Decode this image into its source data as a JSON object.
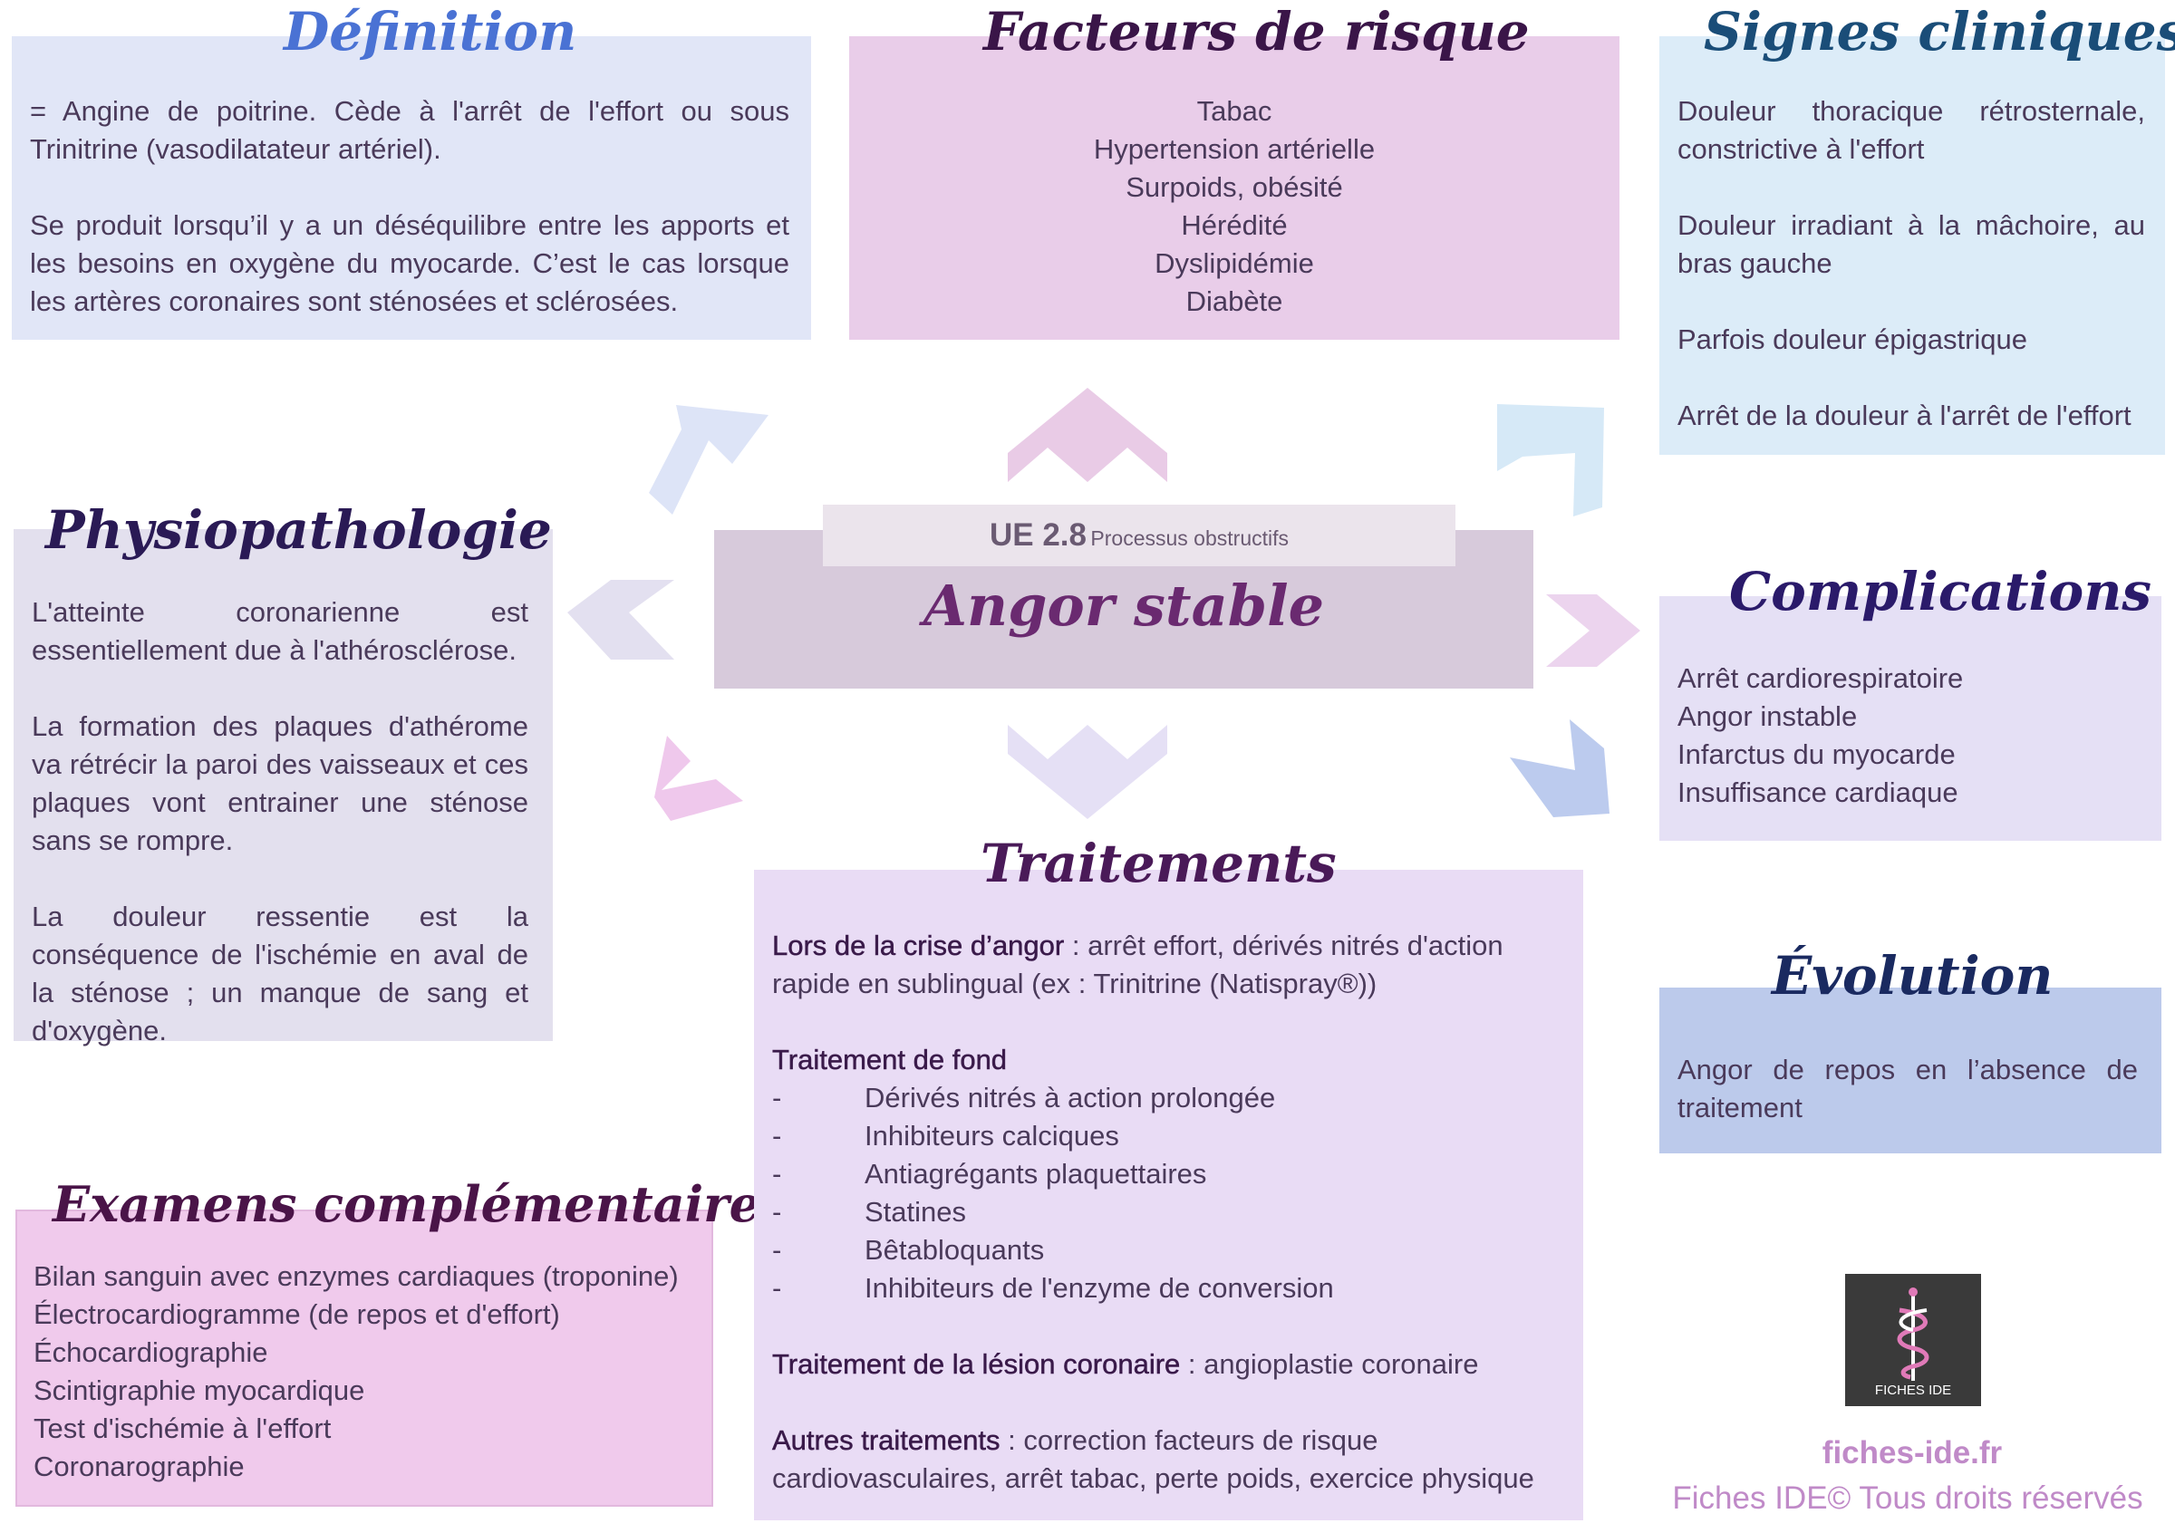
{
  "center": {
    "ue_code": "UE 2.8",
    "ue_subtitle": "Processus obstructifs",
    "title": "Angor stable"
  },
  "definition": {
    "title": "Définition",
    "p1": "= Angine de poitrine. Cède à l'arrêt de l'effort ou sous Trinitrine (vasodilatateur artériel).",
    "p2": "Se produit lorsqu’il y a un déséquilibre entre les apports et les besoins en oxygène du myocarde. C’est le cas lorsque les artères coronaires sont sténosées et sclérosées."
  },
  "risk_factors": {
    "title": "Facteurs de risque",
    "items": [
      "Tabac",
      "Hypertension artérielle",
      "Surpoids, obésité",
      "Hérédité",
      "Dyslipidémie",
      "Diabète"
    ]
  },
  "clinical_signs": {
    "title": "Signes cliniques",
    "items": [
      "Douleur thoracique rétrosternale, constrictive à l'effort",
      "Douleur irradiant à la mâchoire, au bras gauche",
      "Parfois douleur épigastrique",
      "Arrêt de la douleur à l'arrêt de l'effort"
    ]
  },
  "physiopathology": {
    "title": "Physiopathologie",
    "p1": "L'atteinte coronarienne est essentiellement due à l'athérosclérose.",
    "p2": "La formation des plaques d'athérome va rétrécir la paroi des vaisseaux et ces plaques vont entrainer une sténose sans se rompre.",
    "p3": "La douleur ressentie est la conséquence de l'ischémie en aval de la sténose ; un manque de sang et d'oxygène."
  },
  "complications": {
    "title": "Complications",
    "items": [
      "Arrêt cardiorespiratoire",
      "Angor instable",
      "Infarctus du myocarde",
      "Insuffisance cardiaque"
    ]
  },
  "evolution": {
    "title": "Évolution",
    "text": "Angor de repos en l’absence de traitement"
  },
  "exams": {
    "title": "Examens complémentaires",
    "items": [
      "Bilan sanguin avec enzymes cardiaques (troponine)",
      "Électrocardiogramme (de repos et d'effort)",
      "Échocardiographie",
      "Scintigraphie myocardique",
      "Test d'ischémie à l'effort",
      "Coronarographie"
    ]
  },
  "treatments": {
    "title": "Traitements",
    "crisis_label": "Lors de la crise d’angor",
    "crisis_text": " : arrêt effort, dérivés nitrés d'action rapide en sublingual (ex : Trinitrine (Natispray®))",
    "background_label": "Traitement de fond",
    "bullet": "-",
    "background_items": [
      "Dérivés nitrés à action prolongée",
      "Inhibiteurs calciques",
      "Antiagrégants plaquettaires",
      "Statines",
      "Bêtabloquants",
      "Inhibiteurs de l'enzyme de conversion"
    ],
    "lesion_label": "Traitement de la lésion coronaire",
    "lesion_text": " : angioplastie coronaire",
    "other_label": "Autres traitements",
    "other_text": " : correction facteurs de risque cardiovasculaires, arrêt tabac, perte poids, exercice physique"
  },
  "footer": {
    "site": "fiches-ide.fr",
    "copyright": "Fiches IDE© Tous droits réservés",
    "logo_text": "FICHES IDE"
  },
  "colors": {
    "definition_bg": "#e1e6f7",
    "definition_title": "#4a72d4",
    "risk_bg": "#e9cde9",
    "risk_title": "#3a1548",
    "signs_bg": "#dcecf8",
    "signs_title": "#1a4d78",
    "physio_bg": "#e3e0ee",
    "physio_title": "#2a1a55",
    "center_bg": "#d7cadb",
    "center_title": "#6a2a70",
    "complications_bg": "#e5e0f5",
    "complications_title": "#2a1a6a",
    "evolution_bg": "#bccaeb",
    "evolution_title": "#1a2a60",
    "exams_bg": "#f0caec",
    "exams_title": "#4a1448",
    "treatments_bg": "#e9dcf5",
    "treatments_title": "#4a1a58",
    "footer_text": "#c08ac8"
  }
}
